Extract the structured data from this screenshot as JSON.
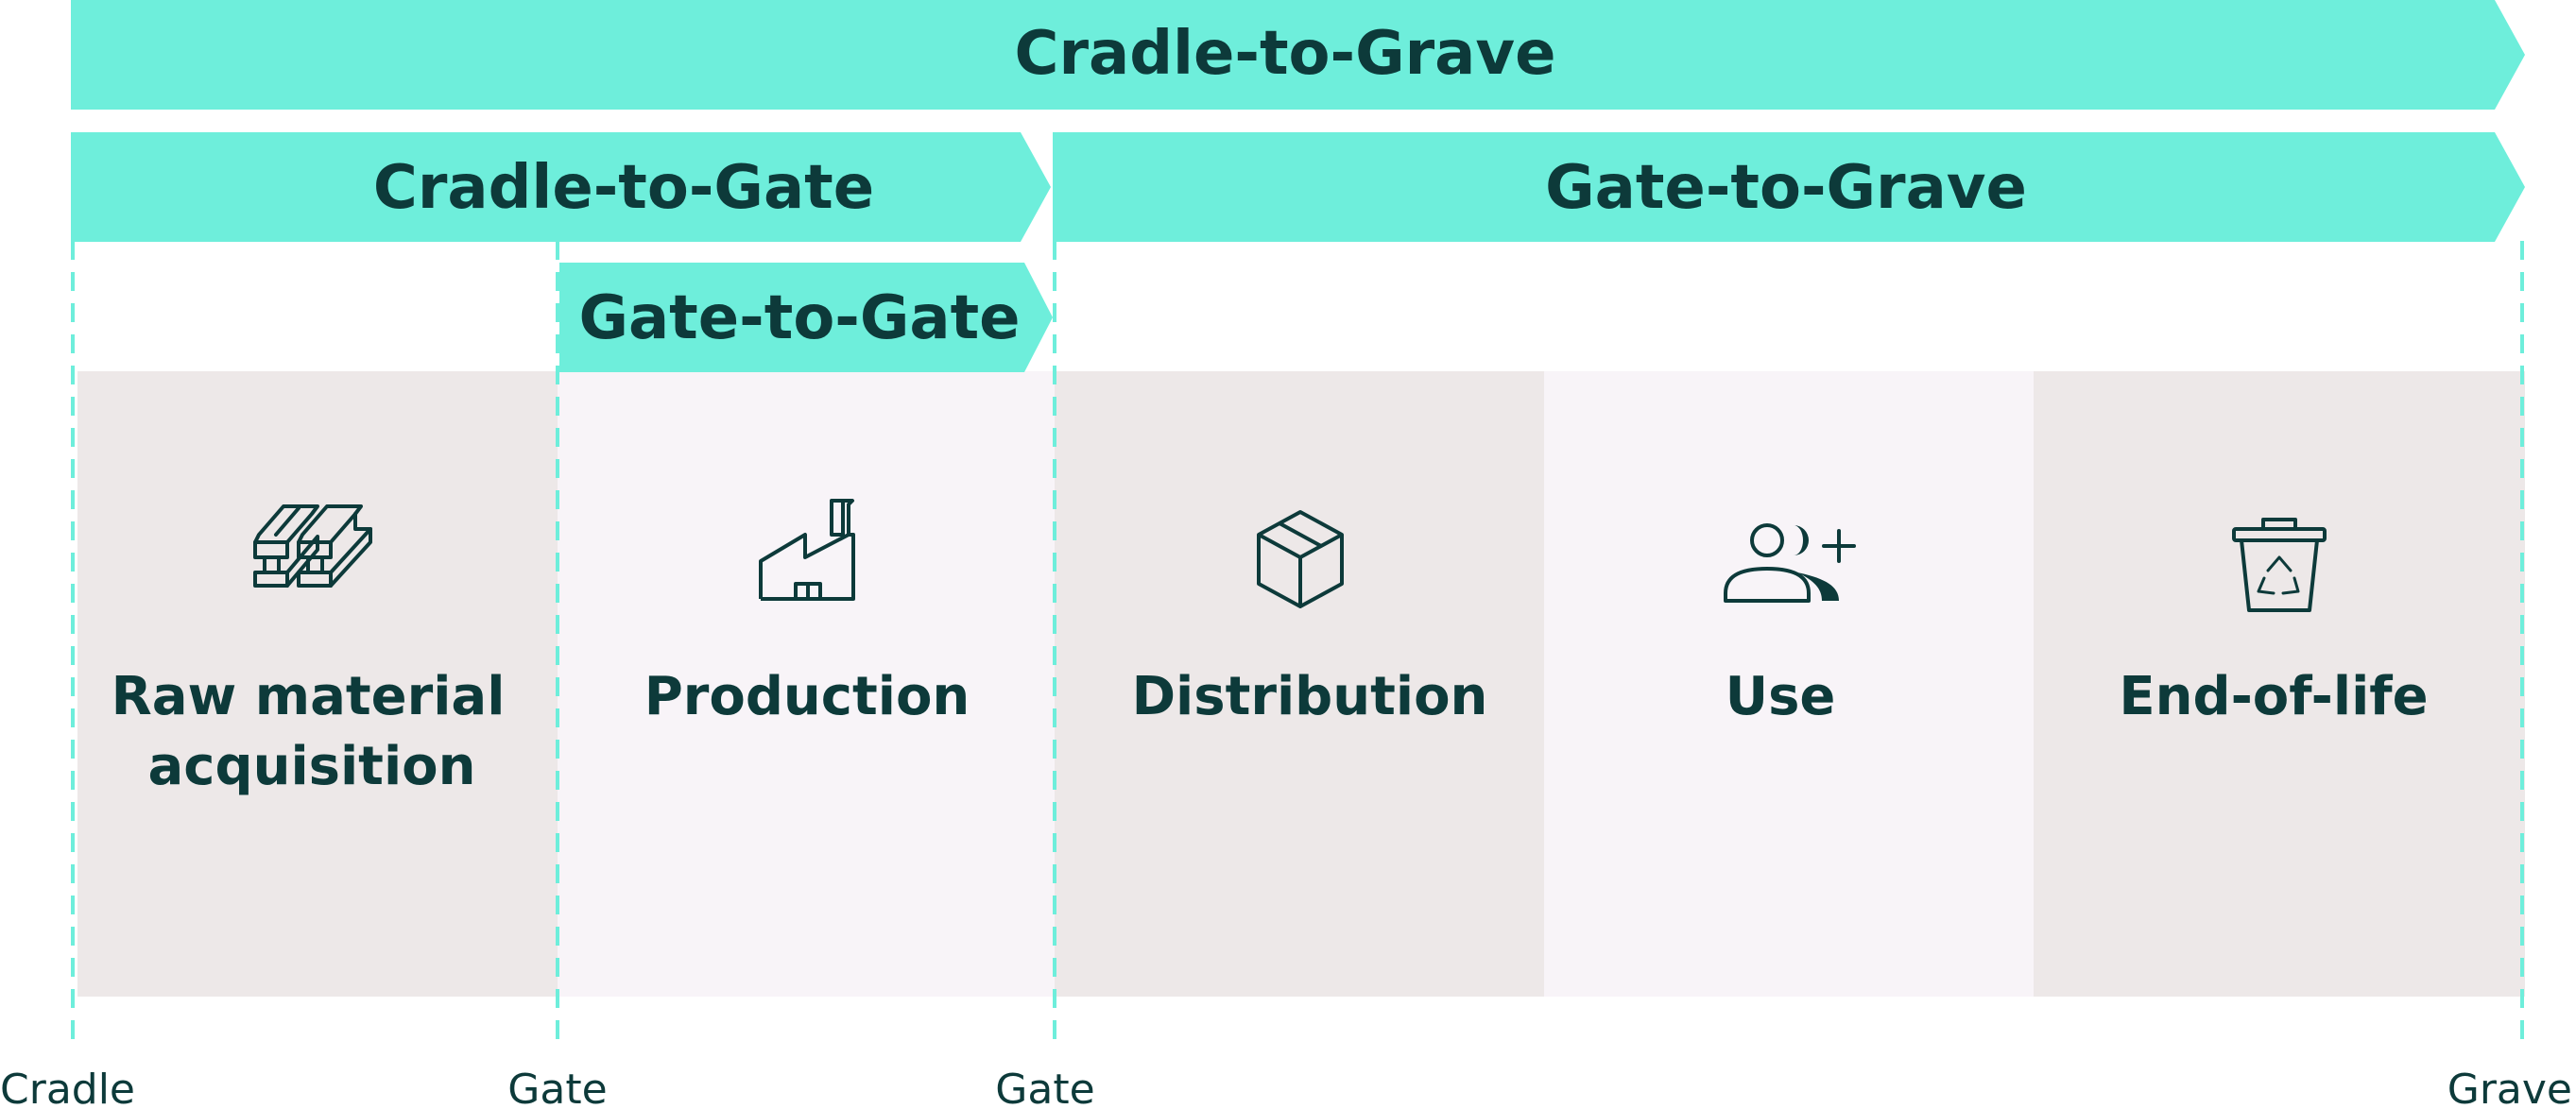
{
  "colors": {
    "banner": "#6EEEDB",
    "dark": "#0D3A3A",
    "stage_grey": "#EDE8E8",
    "stage_pink": "#F8F4F8",
    "dash": "#6EEEDB"
  },
  "banners": {
    "cradle_to_grave": "Cradle-to-Grave",
    "cradle_to_gate": "Cradle-to-Gate",
    "gate_to_grave": "Gate-to-Grave",
    "gate_to_gate": "Gate-to-Gate"
  },
  "stages": [
    {
      "label_line1": "Raw material",
      "label_line2": "acquisition",
      "icon": "steel-beams-icon"
    },
    {
      "label_line1": "Production",
      "label_line2": "",
      "icon": "factory-icon"
    },
    {
      "label_line1": "Distribution",
      "label_line2": "",
      "icon": "box-icon"
    },
    {
      "label_line1": "Use",
      "label_line2": "",
      "icon": "users-plus-icon"
    },
    {
      "label_line1": "End-of-life",
      "label_line2": "",
      "icon": "recycle-bin-icon"
    }
  ],
  "markers": {
    "cradle": "Cradle",
    "gate1": "Gate",
    "gate2": "Gate",
    "grave": "Grave"
  }
}
